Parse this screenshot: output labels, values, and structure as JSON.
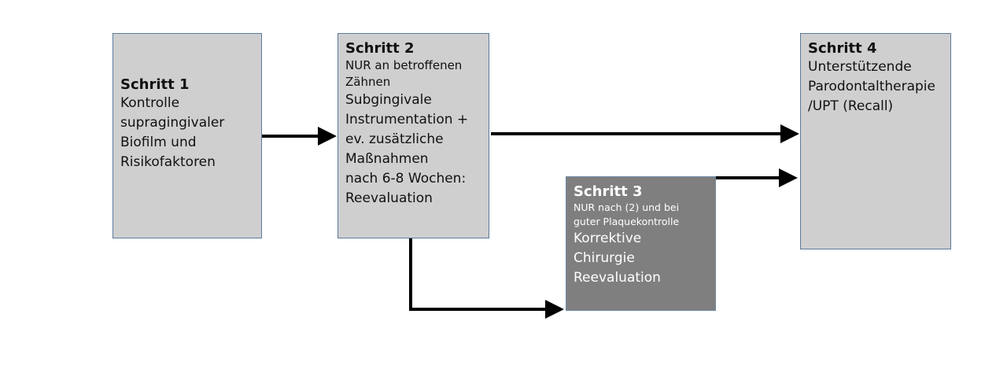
{
  "steps": {
    "step1": {
      "title": "Schritt 1",
      "lines": [
        "Kontrolle",
        "supragingivaler",
        "Biofilm und",
        "Risikofaktoren"
      ]
    },
    "step2": {
      "title": "Schritt 2",
      "note_lines": [
        "NUR an betroffenen",
        "Zähnen"
      ],
      "lines": [
        "Subgingivale",
        "Instrumentation +",
        "ev. zusätzliche",
        "Maßnahmen"
      ],
      "followup_lines": [
        "nach 6-8 Wochen:",
        "Reevaluation"
      ]
    },
    "step3": {
      "title": "Schritt 3",
      "note_lines": [
        "NUR nach (2) und bei",
        "guter Plaquekontrolle"
      ],
      "lines": [
        "Korrektive",
        "Chirurgie"
      ],
      "followup_lines": [
        "Reevaluation"
      ]
    },
    "step4": {
      "title": "Schritt 4",
      "lines": [
        "Unterstützende",
        "Parodontaltherapie",
        "/UPT (Recall)"
      ]
    }
  },
  "colors": {
    "box_light": "#d0cfd0",
    "box_dark": "#7f7f7f",
    "box_border": "#5b7b9a",
    "arrow": "#000000"
  }
}
